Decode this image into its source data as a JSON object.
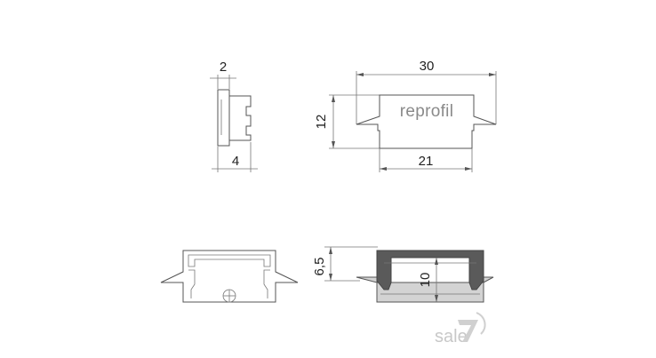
{
  "dimensions": {
    "side_top": "2",
    "side_bottom": "4",
    "front_width": "30",
    "front_height": "12",
    "front_inner_width": "21",
    "section_height": "6,5",
    "section_inner_height": "10"
  },
  "brand": {
    "logo_text": "reprofil"
  },
  "watermark": {
    "text": "sale"
  },
  "colors": {
    "line": "#555555",
    "profile_fill": "#5a5a5a",
    "cap_fill": "#d3d3d3",
    "watermark": "#c8c8c8"
  }
}
